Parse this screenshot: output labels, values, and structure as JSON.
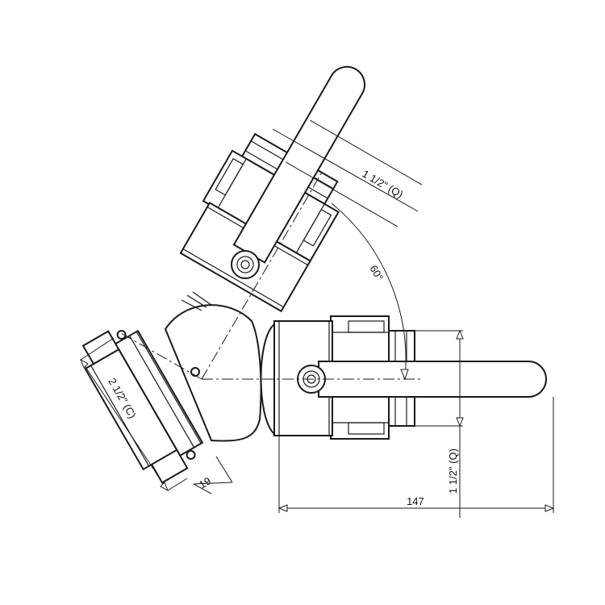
{
  "labels": {
    "top_outlet_size": "1 1/2\" (Q)",
    "right_outlet_size": "1 1/2\" (Q)",
    "inlet_size": "2 1/2\" (C)",
    "angle": "60°",
    "overall_length": "147",
    "coupling_length": "19"
  },
  "colors": {
    "line": "#1a1a1a",
    "background": "#ffffff"
  }
}
